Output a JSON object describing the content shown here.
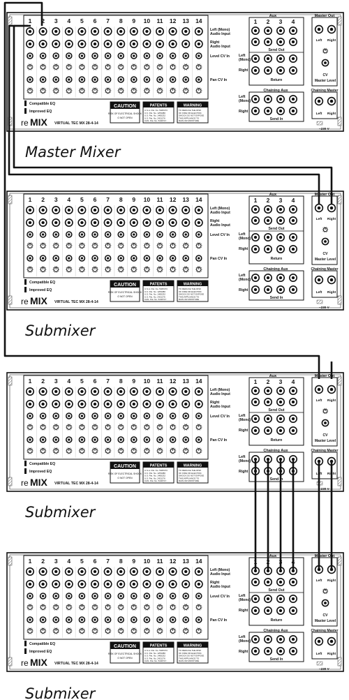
{
  "units": [
    {
      "caption": "Master Mixer",
      "section": "mixer-1"
    },
    {
      "caption": "Submixer",
      "section": "mixer-2"
    },
    {
      "caption": "Submixer",
      "section": "mixer-3"
    },
    {
      "caption": "Submixer",
      "section": "mixer-4"
    }
  ],
  "panel": {
    "channels": [
      "1",
      "2",
      "3",
      "4",
      "5",
      "6",
      "7",
      "8",
      "9",
      "10",
      "11",
      "12",
      "13",
      "14"
    ],
    "row_labels": {
      "left_audio": "Left (Mono) Audio Input",
      "right_audio": "Right Audio Input",
      "level_cv": "Level CV In",
      "pan_cv": "Pan CV In"
    },
    "aux_title": "Aux",
    "aux_channels": [
      "1",
      "2",
      "3",
      "4"
    ],
    "aux_left": "Left (Mono)",
    "aux_right": "Right",
    "send_out": "Send Out",
    "return": "Return",
    "chaining_aux": "Chaining Aux",
    "send_in": "Send In",
    "master_out": "Master Out",
    "master_left": "Left",
    "master_right": "Right",
    "cv_master_level": "CV Master Level",
    "chaining_master": "Chaining Master",
    "eq_line1": "Compatible EQ",
    "eq_line2": "Improved EQ",
    "brand_re": "re",
    "brand_mix": "MIX",
    "model": "VIRTUAL TEC MX 28-4-14",
    "caution_title": "CAUTION",
    "caution_text": "RISK OF ELECTRICAL SHOCK DO NOT OPEN",
    "patents_title": "PATENTS",
    "patents_text": "U.S.A. Pat. No. 5025473 U.K. Pat. No. 1253380 U.S. Pat. No. 1465232 U.S. Pat. No. 2421176 CAN. Pat. No. 5446717",
    "warning_title": "WARNING",
    "warning_text": "TO REDUCE THE RISK OF FIRE OR ELECTRIC SHOCK DO NOT EXPOSE THIS APPLIANCE TO RAIN OR MOISTURE",
    "voltage": "~230 V"
  }
}
